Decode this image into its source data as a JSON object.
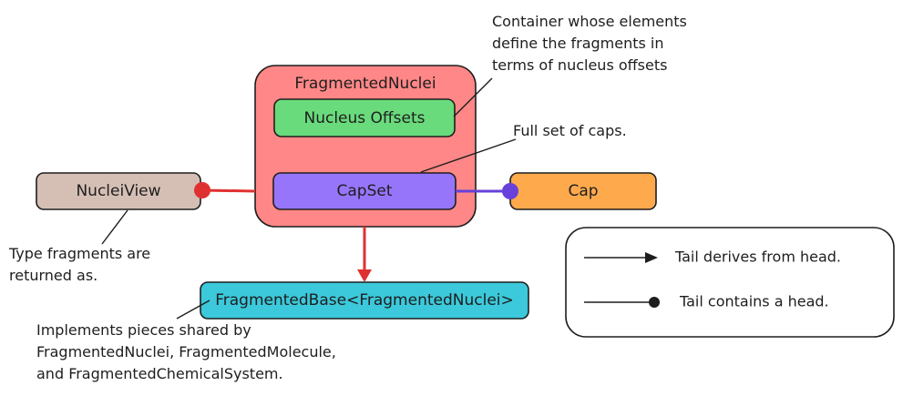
{
  "diagram": {
    "nodes": {
      "fragmented_nuclei": {
        "label": "FragmentedNuclei",
        "color": "#ff8787"
      },
      "nucleus_offsets": {
        "label": "Nucleus Offsets",
        "color": "#69db7c"
      },
      "capset": {
        "label": "CapSet",
        "color": "#9775fa"
      },
      "nuclei_view": {
        "label": "NucleiView",
        "color": "#d5bfb5"
      },
      "cap": {
        "label": "Cap",
        "color": "#ffa94d"
      },
      "fragmented_base": {
        "label": "FragmentedBase<FragmentedNuclei>",
        "color": "#3bc9db"
      }
    },
    "annotations": {
      "container": [
        "Container whose elements",
        "define the fragments in",
        "terms of nucleus offsets"
      ],
      "full_set": [
        "Full set of caps."
      ],
      "type_fragments": [
        "Type fragments are",
        "returned as."
      ],
      "implements": [
        "Implements pieces shared by",
        "FragmentedNuclei, FragmentedMolecule,",
        "and FragmentedChemicalSystem."
      ]
    },
    "legend": {
      "derives": "Tail derives from head.",
      "contains": "Tail contains a head."
    },
    "colors": {
      "arrow_red": "#e03131",
      "arrow_purple": "#6741d9",
      "stroke": "#1e1e1e"
    }
  }
}
